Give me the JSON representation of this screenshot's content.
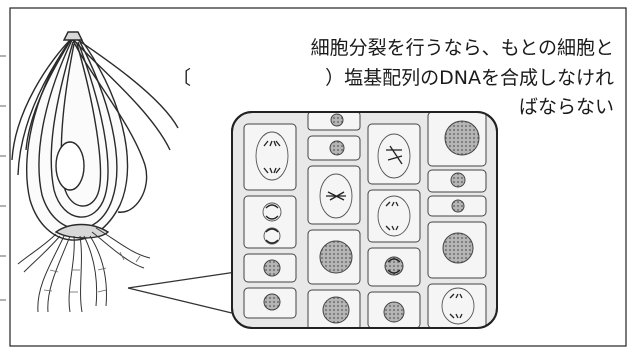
{
  "caption": {
    "line1": "細胞分裂を行うなら、もとの細胞と",
    "line2_open": "〔",
    "line2": "）塩基配列のDNAを合成しなけれ",
    "line3": "ばならない"
  },
  "colors": {
    "stroke": "#333333",
    "cell_fill": "#f2f2f2",
    "cell_inner": "#e3e3e3",
    "nucleus": "#9a9a9a",
    "border": "#222222"
  }
}
